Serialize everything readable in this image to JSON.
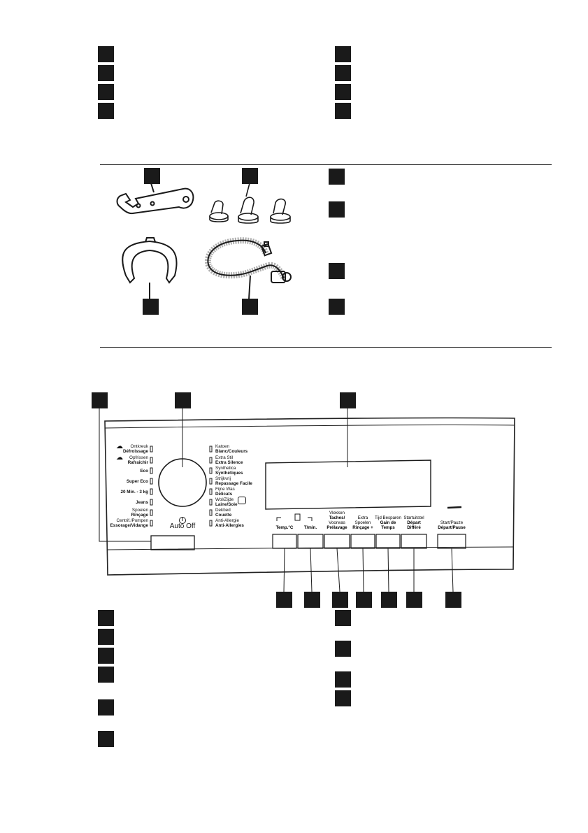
{
  "panel": {
    "programmes_left": [
      {
        "top": "Ontkreuk",
        "bottom": "Défroissage",
        "icon": "steam-icon"
      },
      {
        "top": "Opfrissen",
        "bottom": "Rafraîchir",
        "icon": "steam-icon"
      },
      {
        "top": "",
        "bottom": "Eco",
        "icon": ""
      },
      {
        "top": "",
        "bottom": "Super Eco",
        "icon": ""
      },
      {
        "top": "",
        "bottom": "20 Min. - 3 kg",
        "icon": ""
      },
      {
        "top": "",
        "bottom": "Jeans",
        "icon": ""
      },
      {
        "top": "Spoelen",
        "bottom": "Rinçage",
        "icon": ""
      },
      {
        "top": "Centrif./Pompen",
        "bottom": "Essorage/Vidange",
        "icon": ""
      }
    ],
    "programmes_right": [
      {
        "top": "Katoen",
        "bottom": "Blanc/Couleurs"
      },
      {
        "top": "Extra Stil",
        "bottom": "Extra Silence"
      },
      {
        "top": "Synthetica",
        "bottom": "Synthétiques"
      },
      {
        "top": "Strijkvrij",
        "bottom": "Repassage Facile"
      },
      {
        "top": "Fijne Was",
        "bottom": "Délicats"
      },
      {
        "top": "Wol/Zijde",
        "bottom": "Laine/Soie"
      },
      {
        "top": "Dekbed",
        "bottom": "Couette"
      },
      {
        "top": "Anti-Allergie",
        "bottom": "Anti-Allergies"
      }
    ],
    "auto_off": "Auto Off",
    "buttons": [
      {
        "lines": [
          "Temp.°C"
        ],
        "bold": [
          true
        ]
      },
      {
        "lines": [
          "T/min."
        ],
        "bold": [
          true
        ]
      },
      {
        "lines": [
          "Vlekken",
          "Taches/",
          "Voorwas",
          "Prélavage"
        ],
        "bold": [
          false,
          true,
          false,
          true
        ]
      },
      {
        "lines": [
          "Extra",
          "Spoelen",
          "Rinçage +"
        ],
        "bold": [
          false,
          false,
          true
        ]
      },
      {
        "lines": [
          "Tijd Besparen",
          "Gain de",
          "Temps"
        ],
        "bold": [
          false,
          true,
          true
        ]
      },
      {
        "lines": [
          "Startuitstel",
          "Départ",
          "Différé"
        ],
        "bold": [
          false,
          true,
          true
        ]
      },
      {
        "lines": [
          "Start/Pauze",
          "Départ/Pause"
        ],
        "bold": [
          false,
          true
        ]
      }
    ]
  },
  "colors": {
    "ink": "#1a1a1a",
    "panel_line": "#222222"
  }
}
